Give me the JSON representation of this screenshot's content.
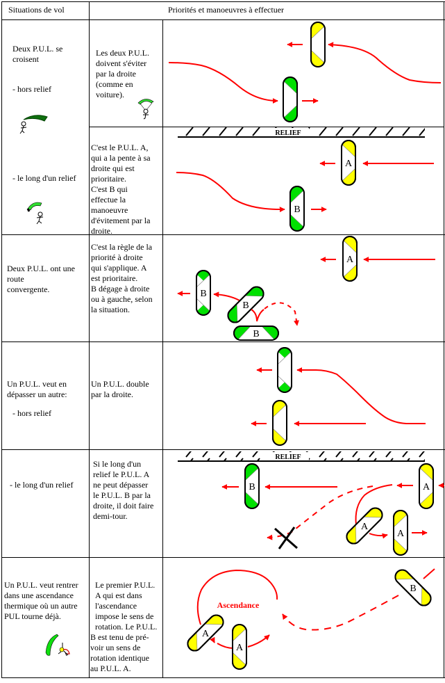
{
  "header": {
    "col1": "Situations de vol",
    "col2": "Priorités et manoeuvres à effectuer"
  },
  "rows": [
    {
      "situation": [
        "Deux P.U.L. se",
        "croisent"
      ],
      "sub": "- hors relief",
      "rule": [
        "Les deux P.U.L.",
        "doivent s'éviter",
        "par la droite",
        "(comme en",
        "voiture)."
      ]
    },
    {
      "sub": "- le long d'un relief",
      "rule": [
        "C'est le P.U.L. A,",
        "qui a la pente à sa",
        "droite qui est",
        "prioritaire.",
        "C'est B qui",
        "effectue la",
        "manoeuvre",
        "d'évitement par la",
        "droite."
      ]
    },
    {
      "situation": [
        "Deux P.U.L. ont une",
        "route",
        "convergente."
      ],
      "rule": [
        "C'est la règle de la",
        "priorité à droite",
        "qui s'applique. A",
        "est prioritaire.",
        "B dégage à droite",
        "ou à gauche, selon",
        "la situation."
      ]
    },
    {
      "situation": [
        "Un P.U.L. veut en",
        "dépasser un autre:"
      ],
      "sub": "- hors relief",
      "rule": [
        "Un P.U.L. double",
        "par la droite."
      ]
    },
    {
      "sub": "- le long d'un relief",
      "rule": [
        "Si le long d'un",
        "relief le P.U.L. A",
        "ne peut dépasser",
        "le P.U.L. B par la",
        "droite, il doit faire",
        "demi-tour."
      ]
    },
    {
      "situation": [
        "Un P.U.L. veut rentrer",
        "dans une ascendance",
        "thermique où un autre",
        "PUL tourne déjà."
      ],
      "rule": [
        "Le premier P.U.L.",
        "A qui est dans",
        "l'ascendance",
        "impose le sens de",
        "rotation. Le P.U.L.",
        "B est tenu de pré-",
        "voir un sens de",
        "rotation identique",
        "au P.U.L. A."
      ]
    }
  ],
  "diagram_labels": {
    "relief": "RELIEF",
    "a": "A",
    "b": "B",
    "ascendance": "Ascendance"
  },
  "colors": {
    "arrow": "#ff0000",
    "wing_a": "#ffff00",
    "wing_b": "#00e000",
    "glider_dark": "#107010"
  },
  "icons": [
    "paraglider-icon",
    "paraglider-icon",
    "paraglider-icon",
    "paraglider-icon"
  ]
}
